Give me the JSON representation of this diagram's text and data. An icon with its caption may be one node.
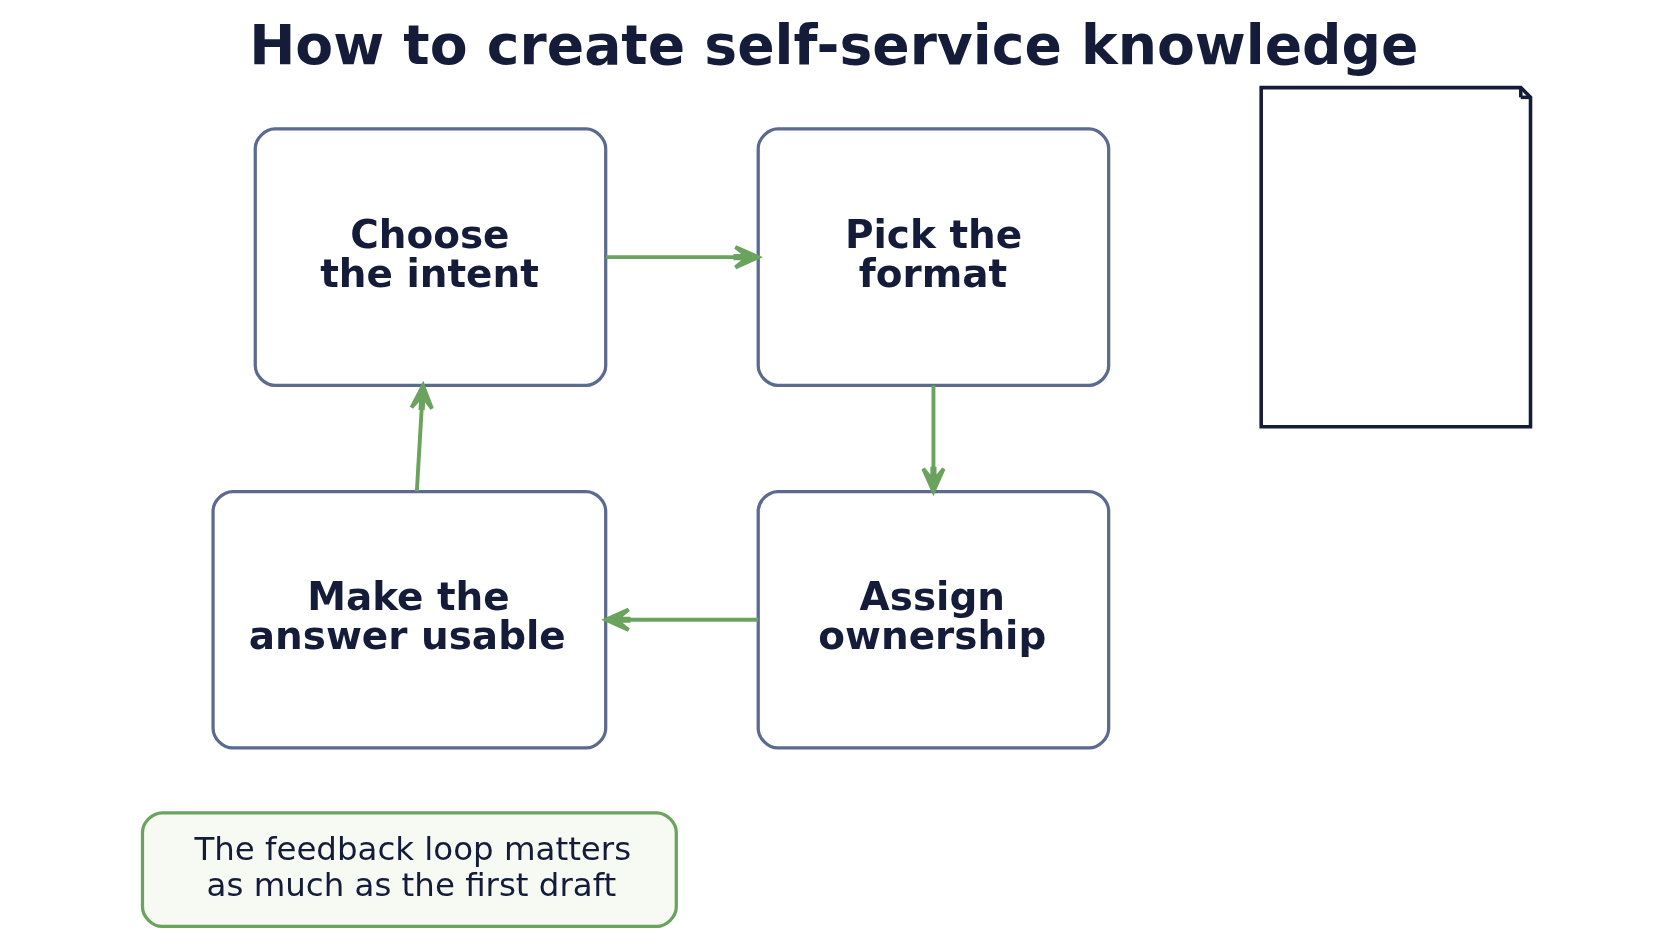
{
  "diagram": {
    "title": "How to create self-service knowledge",
    "nodes": [
      {
        "text": [
          "Choose the intent"
        ]
      },
      {
        "text": [
          "Pick the format"
        ]
      },
      {
        "text": [],
        "shape": "picture"
      },
      {
        "text": [
          "Make the answer usable"
        ]
      },
      {
        "text": [
          "Assign ownership"
        ]
      },
      {
        "text": [
          "The feedback loop matters as much as the first draft"
        ]
      }
    ],
    "edges": [
      {
        "from": 0,
        "to": 1,
        "arrow": "to"
      },
      {
        "from": 1,
        "to": 4,
        "arrow": "to"
      },
      {
        "from": 4,
        "to": 3,
        "arrow": "to"
      },
      {
        "from": 3,
        "to": 0,
        "arrow": "to"
      }
    ]
  }
}
